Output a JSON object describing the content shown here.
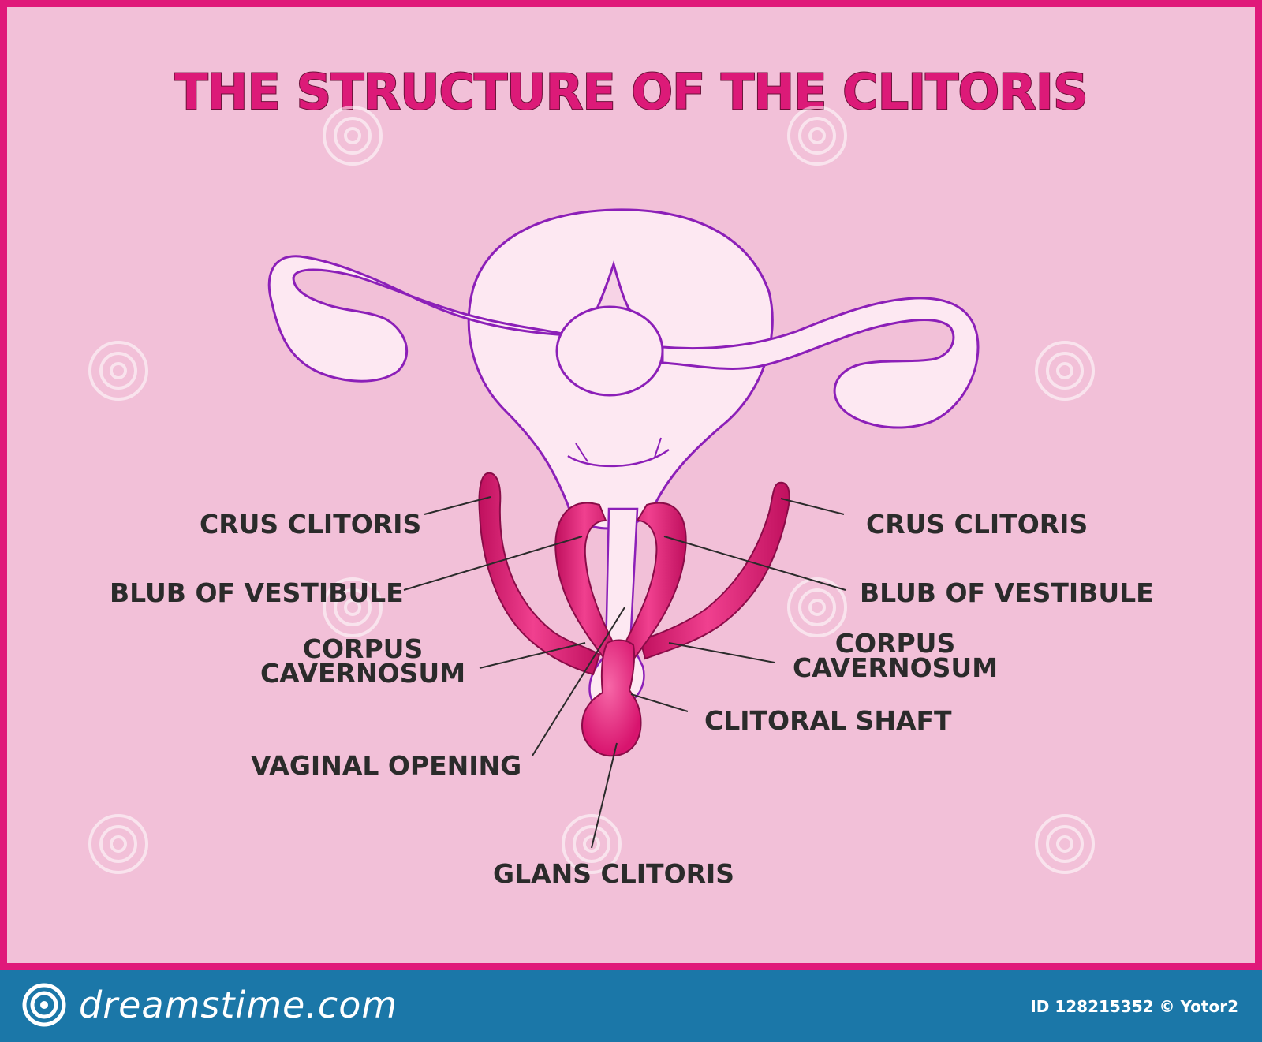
{
  "title": "THE STRUCTURE OF THE CLITORIS",
  "labels": {
    "crus_left": "CRUS CLITORIS",
    "crus_right": "CRUS CLITORIS",
    "bulb_left": "BLUB OF VESTIBULE",
    "bulb_right": "BLUB OF VESTIBULE",
    "corpus_left_1": "CORPUS",
    "corpus_left_2": "CAVERNOSUM",
    "corpus_right_1": "CORPUS",
    "corpus_right_2": "CAVERNOSUM",
    "clitoral_shaft": "CLITORAL SHAFT",
    "vaginal_opening": "VAGINAL OPENING",
    "glans": "GLANS CLITORIS"
  },
  "footer": {
    "brand": "dreamstime.com",
    "image_id": "ID 128215352 © Yotor2"
  },
  "watermark_text": "dreamstime",
  "colors": {
    "background": "#f2c0d8",
    "frame": "#e0197a",
    "title": "#dc1a78",
    "organ_fill": "#fde8f2",
    "organ_outline": "#8c1fb8",
    "tissue": "#e8207e",
    "label_text": "#2b2b2b",
    "footer_bar": "#1b77a8"
  }
}
